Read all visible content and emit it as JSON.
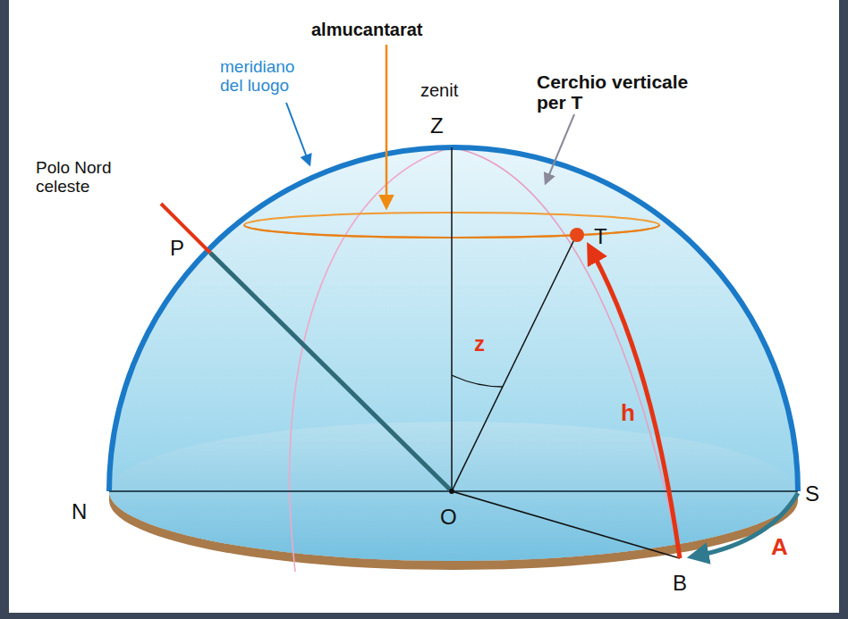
{
  "diagram": {
    "labels": [
      "almucantarat",
      "meridiano del luogo",
      "zenit",
      "Z",
      "Cerchio verticale per T",
      "Polo Nord celeste",
      "P",
      "T",
      "z",
      "h",
      "N",
      "O",
      "S",
      "A",
      "B"
    ]
  }
}
